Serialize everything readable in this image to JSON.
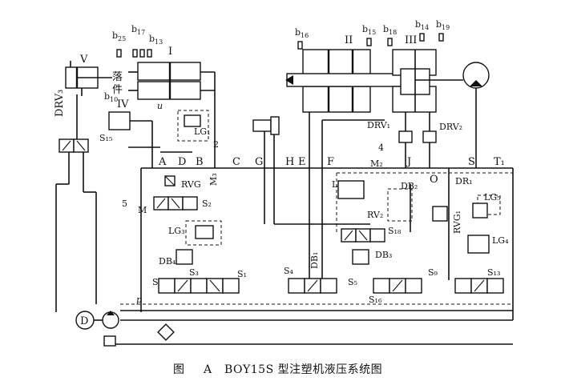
{
  "caption": {
    "figure": "图",
    "letter": "A",
    "title": "BOY15S 型注塑机液压系统图"
  },
  "cylinders": {
    "I": "I",
    "II": "II",
    "III": "III",
    "V": "V",
    "IV": "IV"
  },
  "switches": {
    "b25": "b",
    "b25s": "25",
    "b17": "b",
    "b17s": "17",
    "b13": "b",
    "b13s": "13",
    "b16": "b",
    "b16s": "16",
    "b15": "b",
    "b15s": "15",
    "b18": "b",
    "b18s": "18",
    "b14": "b",
    "b14s": "14",
    "b19": "b",
    "b19s": "19",
    "b10": "b",
    "b10s": "10"
  },
  "labels": {
    "luoliao": "落",
    "luoliao2": "件",
    "u": "u",
    "drv3": "DRV₃",
    "drv1": "DRV₁",
    "drv2": "DRV₂",
    "s15": "S₁₅",
    "lg1": "LG₁",
    "n2": "2",
    "n4": "4",
    "n5": "5",
    "A": "A",
    "D": "D",
    "B": "B",
    "C": "C",
    "G": "G",
    "H": "H",
    "E": "E",
    "F": "F",
    "J": "J",
    "O": "O",
    "S": "S",
    "T1": "T₁",
    "m2": "M₂",
    "m3": "M₃",
    "m": "M",
    "rvg": "RVG",
    "s2": "S₂",
    "lg2": "LG₂",
    "db2": "DB₂",
    "rv2": "RV₂",
    "rvg1": "RVG₁",
    "dr1": "DR₁",
    "lg5": "LG₅",
    "lg4": "LG₄",
    "s18": "S₁₈",
    "lg3": "LG₃",
    "db4": "DB₄",
    "s3": "S₃",
    "db1": "DB₁",
    "db3": "DB₃",
    "s17": "S₁₇",
    "s1": "S₁",
    "s4": "S₄",
    "s5": "S₅",
    "s16": "S₁₆",
    "s9": "S₉",
    "s13": "S₁₃",
    "p": "p",
    "D_motor": "D"
  }
}
